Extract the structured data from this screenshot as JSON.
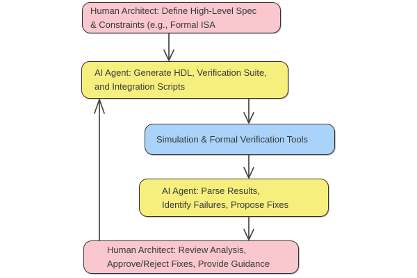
{
  "diagram": {
    "type": "flowchart",
    "direction": "top-down",
    "nodes": [
      {
        "id": "spec",
        "role": "human",
        "lines": [
          "Human Architect: Define High-Level Spec",
          "& Constraints (e.g., Formal ISA"
        ],
        "fill": "#f9c7cd"
      },
      {
        "id": "generate",
        "role": "ai",
        "lines": [
          "AI Agent: Generate HDL, Verification Suite,",
          "and Integration Scripts"
        ],
        "fill": "#f6ef7d"
      },
      {
        "id": "simulate",
        "role": "tool",
        "lines": [
          "Simulation & Formal Verification Tools"
        ],
        "fill": "#a9d3f9"
      },
      {
        "id": "parse",
        "role": "ai",
        "lines": [
          "AI Agent: Parse Results,",
          "Identify Failures, Propose Fixes"
        ],
        "fill": "#f6ef7d"
      },
      {
        "id": "review",
        "role": "human",
        "lines": [
          "Human Architect: Review Analysis,",
          "Approve/Reject Fixes, Provide Guidance"
        ],
        "fill": "#f9c7cd"
      }
    ],
    "edges": [
      {
        "from": "spec",
        "to": "generate"
      },
      {
        "from": "generate",
        "to": "simulate"
      },
      {
        "from": "simulate",
        "to": "parse"
      },
      {
        "from": "parse",
        "to": "review"
      },
      {
        "from": "review",
        "to": "generate",
        "kind": "feedback-loop"
      }
    ],
    "colors": {
      "human_node": "#f9c7cd",
      "ai_node": "#f6ef7d",
      "tool_node": "#a9d3f9",
      "stroke": "#35302f",
      "arrow": "#474342",
      "text": "#383838",
      "background": "#ffffff"
    }
  }
}
